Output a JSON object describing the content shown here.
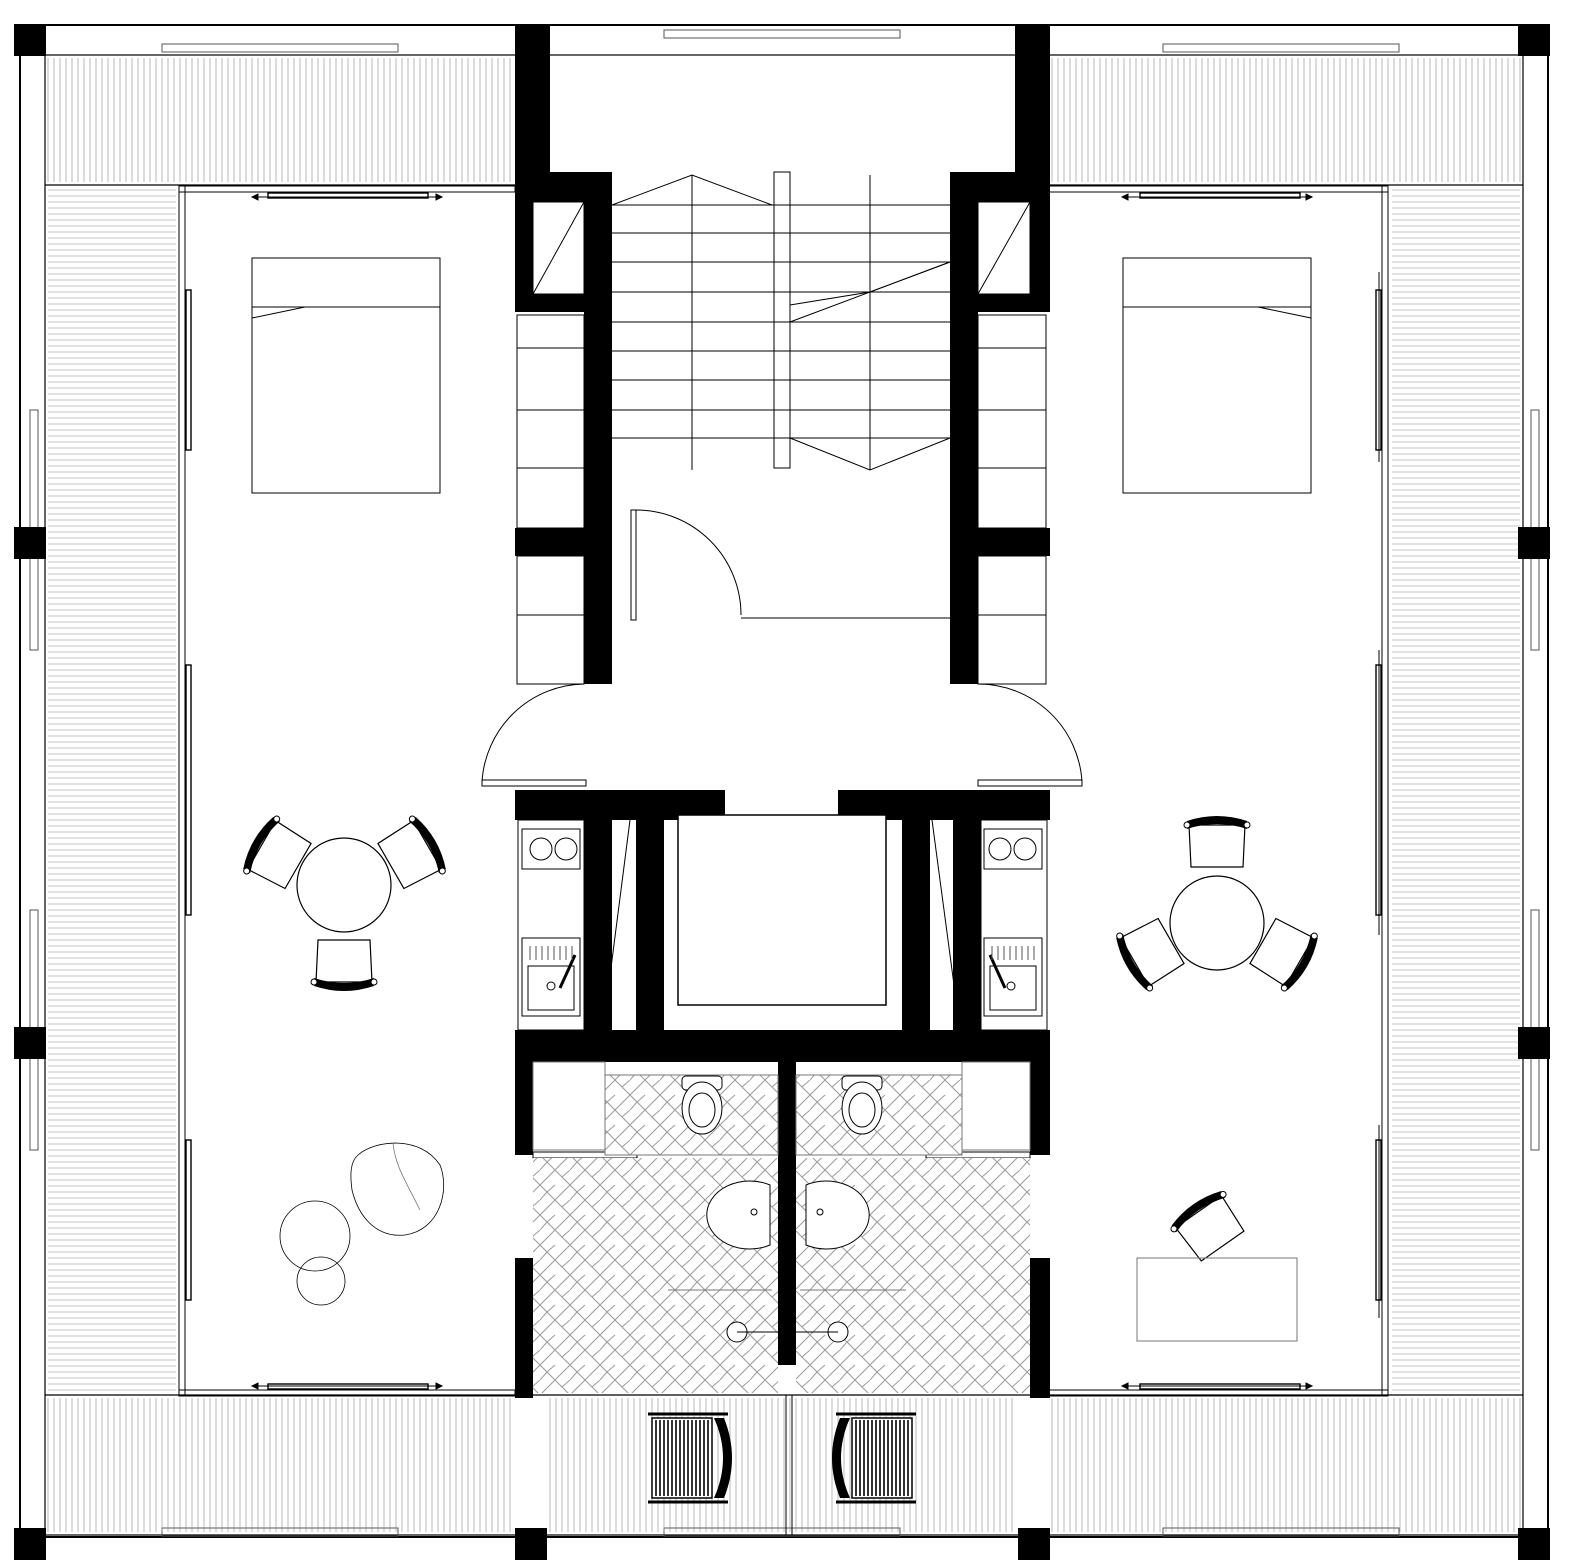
{
  "drawing": {
    "type": "architectural floor plan",
    "labels": []
  },
  "style": {
    "wall": "#000000",
    "line": "#000000",
    "thin": "#555555",
    "deck": "#8a8a8a",
    "tile": "#9a9a9a",
    "background": "#ffffff"
  },
  "units": [
    {
      "side": "left",
      "furniture": [
        "double-bed",
        "round-table",
        "dining-chair",
        "dining-chair",
        "dining-chair",
        "lounge-chair",
        "side-table",
        "side-table"
      ]
    },
    {
      "side": "right",
      "furniture": [
        "double-bed",
        "round-table",
        "dining-chair",
        "dining-chair",
        "dining-chair",
        "desk",
        "desk-chair"
      ]
    }
  ],
  "core": {
    "rooms": [
      "staircase",
      "kitchenette-left",
      "kitchenette-right",
      "shaft",
      "bathroom-left",
      "bathroom-right"
    ],
    "fixtures": [
      "cooktop",
      "cooktop",
      "sink",
      "sink",
      "toilet",
      "toilet",
      "washbasin",
      "washbasin",
      "shower",
      "shower"
    ]
  },
  "terraces": [
    "north",
    "west",
    "east",
    "south"
  ]
}
